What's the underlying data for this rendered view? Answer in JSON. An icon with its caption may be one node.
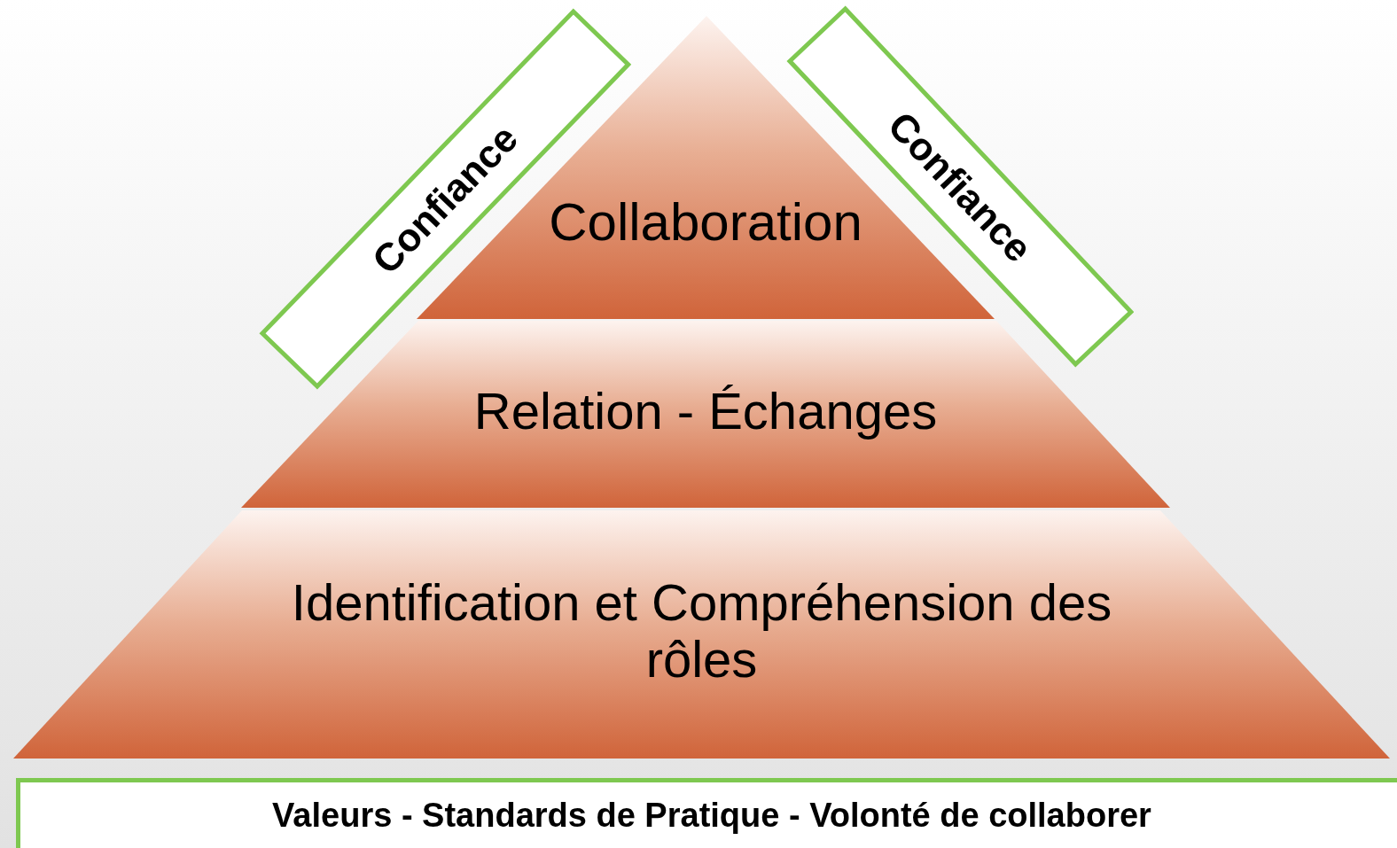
{
  "diagram": {
    "nodes": [
      {
        "text": [
          "Collaboration"
        ]
      },
      {
        "text": [
          "Relation - Échanges"
        ]
      },
      {
        "text": [
          "Identification et  Compréhension des rôles"
        ]
      },
      {
        "text": [
          "Confiance"
        ]
      },
      {
        "text": [
          "Confiance"
        ]
      },
      {
        "text": [
          "Valeurs - Standards de Pratique - Volonté de collaborer"
        ]
      }
    ]
  }
}
